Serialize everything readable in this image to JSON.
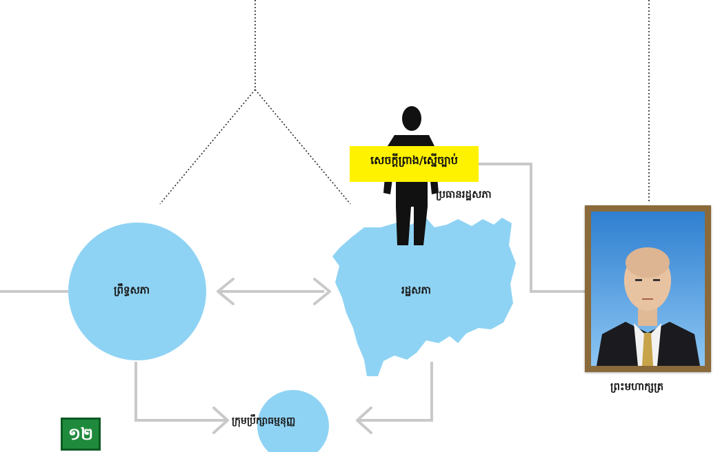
{
  "labels": {
    "senate": "ព្រឹទ្ធសភា",
    "assembly": "រដ្ឋសភា",
    "assembly_president": "ប្រធានរដ្ឋសភា",
    "draft_law": "សេចក្តីព្រាង/ស្នើច្បាប់",
    "king": "ព្រះមហាក្សត្រ",
    "council": "ក្រុមប្រឹក្សាធម្មនុញ្ញ",
    "page_number": "១២"
  },
  "colors": {
    "node_fill": "#8fd3f4",
    "connector": "#c9c9c9",
    "dotted": "#222222",
    "highlight": "#fff200",
    "badge": "#1f8a3c"
  }
}
